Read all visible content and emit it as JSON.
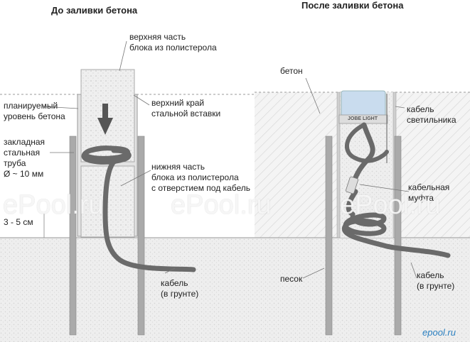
{
  "titles": {
    "before": "До заливки бетона",
    "after": "После заливки бетона"
  },
  "left_labels": {
    "upper_block": [
      "верхняя часть",
      "блока из полистерола"
    ],
    "planned_level": [
      "планируемый",
      "уровень бетона"
    ],
    "upper_edge": [
      "верхний край",
      "стальной вставки"
    ],
    "embedded_pipe": [
      "закладная",
      "стальная",
      "труба",
      "Ø ~ 10 мм"
    ],
    "lower_block": [
      "нижняя часть",
      "блока из полистерола",
      "с отверстием под кабель"
    ],
    "depth": "3 - 5 см",
    "cable_ground": [
      "кабель",
      "(в грунте)"
    ]
  },
  "right_labels": {
    "concrete": "бетон",
    "lamp_cable": [
      "кабель",
      "светильника"
    ],
    "cable_coupling": [
      "кабельная",
      "муфта"
    ],
    "sand": "песок",
    "cable_ground": [
      "кабель",
      "(в грунте)"
    ],
    "lamp_brand": "JOBE LIGHT"
  },
  "watermarks": [
    "ePool.ru",
    "ePool.ru",
    "ePool.ru"
  ],
  "logo": "epool.ru",
  "colors": {
    "pipe": "#a9a9a9",
    "cable": "#666666",
    "foam": "#eeeeee",
    "ground": "#f0f0f0",
    "lamp": "#c9dcee",
    "logo": "#2a7fc0"
  }
}
